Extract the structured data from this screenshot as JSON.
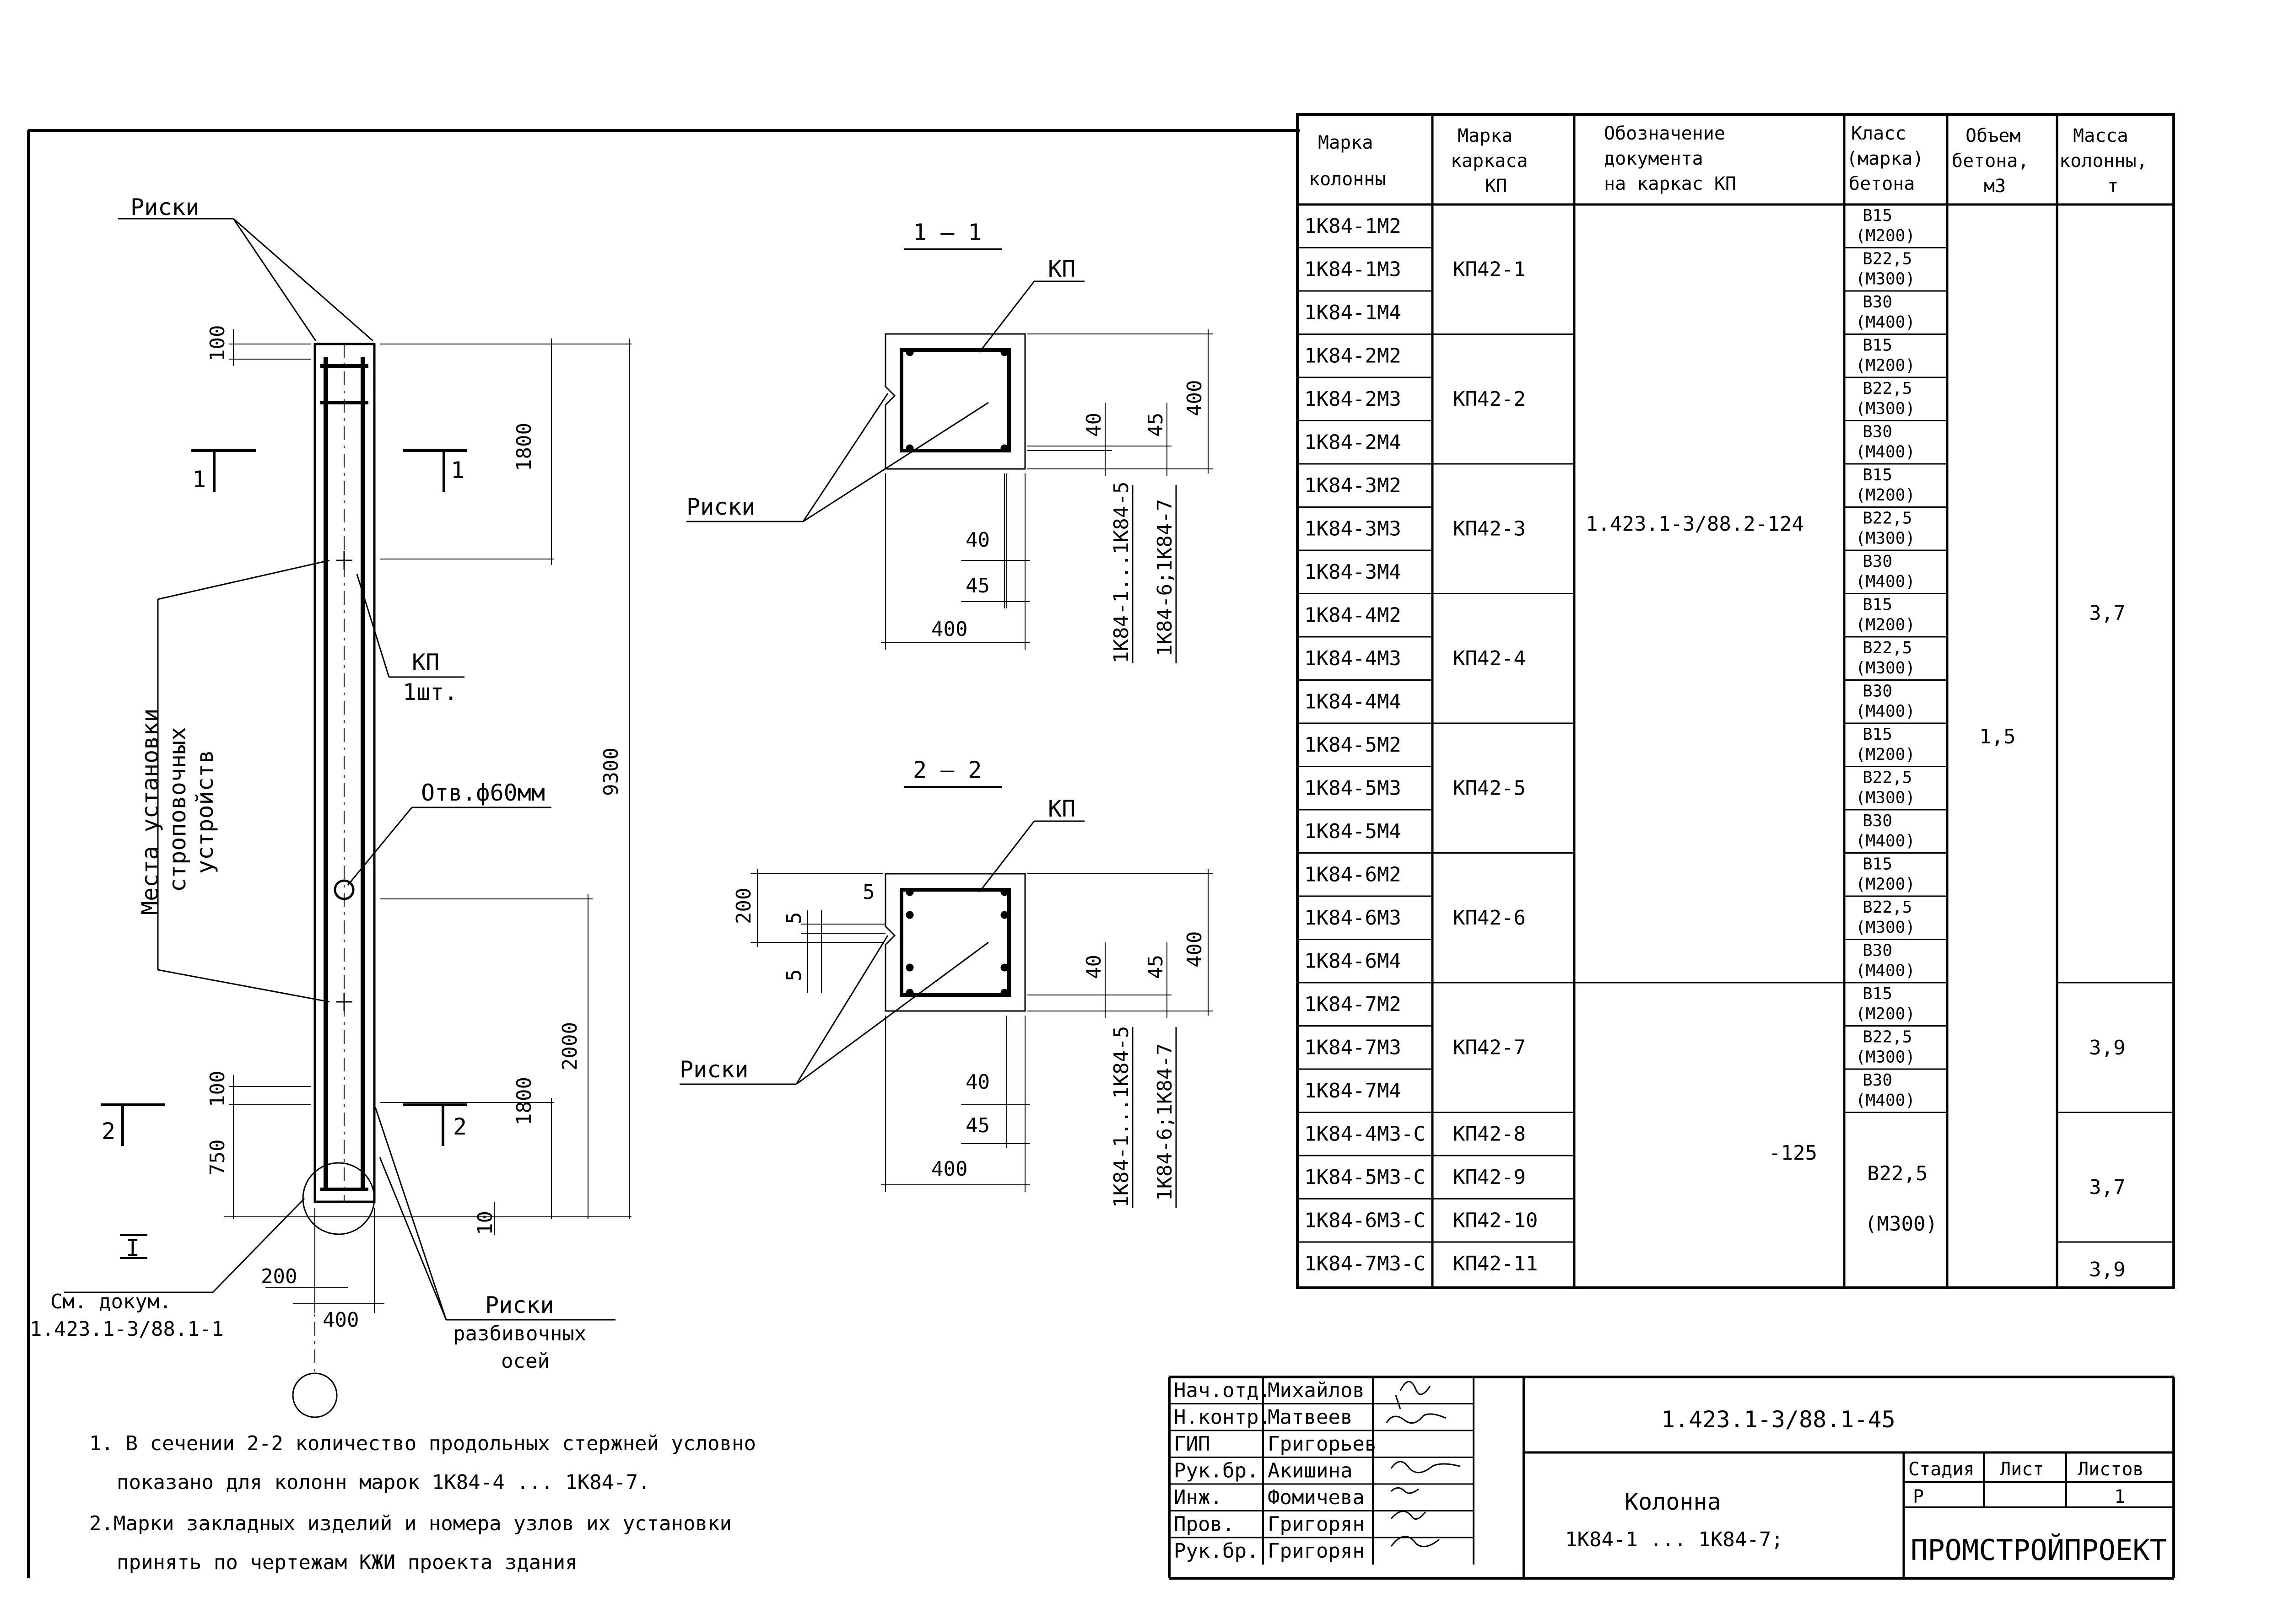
{
  "drawing": {
    "column_label": {
      "riski": "Риски",
      "kp": "КП",
      "kp_qty": "1шт.",
      "hole": "Отв.ф60мм",
      "lifting_line1": "Места установки",
      "lifting_line2": "строповочных",
      "lifting_line3": "устройств",
      "detail_mark": "I",
      "see_doc_line1": "См. докум.",
      "see_doc_line2": "1.423.1-3/88.1-1",
      "axis_marks_line1": "Риски",
      "axis_marks_line2": "разбивочных",
      "axis_marks_line3": "осей"
    },
    "column_dims": {
      "d100_top": "100",
      "d1800_top": "1800",
      "d9300": "9300",
      "d2000": "2000",
      "d1800_bot": "1800",
      "d100_bot": "100",
      "d750": "750",
      "d10": "10",
      "d200": "200",
      "d400": "400"
    },
    "section_marks": {
      "s1_left": "1",
      "s1_right": "1",
      "s2_left": "2",
      "s2_right": "2"
    },
    "section_1": {
      "title": "1 — 1",
      "kp": "КП",
      "riski": "Риски",
      "d40": "40",
      "d45": "45",
      "d400": "400",
      "d40v": "40",
      "d45v": "45",
      "d400v": "400",
      "note_a": "1К84-1...1К84-5",
      "note_b": "1К84-6;1К84-7"
    },
    "section_2": {
      "title": "2 — 2",
      "kp": "КП",
      "riski": "Риски",
      "d200": "200",
      "d5a": "5",
      "d5b": "5",
      "d5c": "5",
      "d40": "40",
      "d45": "45",
      "d400": "400",
      "d40v": "40",
      "d45v": "45",
      "d400v": "400",
      "note_a": "1К84-1...1К84-5",
      "note_b": "1К84-6;1К84-7"
    },
    "notes": {
      "n1_line1": "1. В сечении 2-2 количество продольных стержней условно",
      "n1_line2": "показано для колонн марок 1К84-4 ... 1К84-7.",
      "n2_line1": "2.Марки закладных изделий и номера узлов их установки",
      "n2_line2": "принять по чертежам КЖИ проекта здания"
    }
  },
  "table": {
    "headers": {
      "col1": [
        "Марка",
        "колонны"
      ],
      "col2": [
        "Марка",
        "каркаса",
        "КП"
      ],
      "col3": [
        "Обозначение",
        "документа",
        "на каркас КП"
      ],
      "col4": [
        "Класс",
        "(марка)",
        "бетона"
      ],
      "col5": [
        "Объем",
        "бетона,",
        "м3"
      ],
      "col6": [
        "Масса",
        "колонны,",
        "т"
      ]
    },
    "column_marks": [
      "1К84-1М2",
      "1К84-1М3",
      "1К84-1М4",
      "1К84-2М2",
      "1К84-2М3",
      "1К84-2М4",
      "1К84-3М2",
      "1К84-3М3",
      "1К84-3М4",
      "1К84-4М2",
      "1К84-4М3",
      "1К84-4М4",
      "1К84-5М2",
      "1К84-5М3",
      "1К84-5М4",
      "1К84-6М2",
      "1К84-6М3",
      "1К84-6М4",
      "1К84-7М2",
      "1К84-7М3",
      "1К84-7М4",
      "1К84-4М3-С",
      "1К84-5М3-С",
      "1К84-6М3-С",
      "1К84-7М3-С"
    ],
    "frames": [
      "КП42-1",
      "КП42-2",
      "КП42-3",
      "КП42-4",
      "КП42-5",
      "КП42-6",
      "КП42-7"
    ],
    "frames_c": [
      "КП42-8",
      "КП42-9",
      "КП42-10",
      "КП42-11"
    ],
    "document_main": "1.423.1-3/88.2-124",
    "document_c": "-125",
    "concrete": [
      [
        "В15",
        "(М200)"
      ],
      [
        "В22,5",
        "(М300)"
      ],
      [
        "В30",
        "(М400)"
      ]
    ],
    "concrete_c": [
      "В22,5",
      "(М300)"
    ],
    "volume": "1,5",
    "mass_37a": "3,7",
    "mass_39a": "3,9",
    "mass_37b": "3,7",
    "mass_39b": "3,9"
  },
  "title_block": {
    "roles": [
      "Нач.отд.",
      "Н.контр.",
      "ГИП",
      "Рук.бр.",
      "Инж.",
      "Пров.",
      "Рук.бр."
    ],
    "names": [
      "Михайлов",
      "Матвеев",
      "Григорьев",
      "Акишина",
      "Фомичева",
      "Григорян",
      "Григорян"
    ],
    "doc_code": "1.423.1-3/88.1-45",
    "title_line1": "Колонна",
    "title_line2": "1К84-1 ... 1К84-7;",
    "stage_label": "Стадия",
    "sheet_label": "Лист",
    "sheets_label": "Листов",
    "stage_value": "Р",
    "sheet_value": "",
    "sheets_value": "1",
    "organization": "ПРОМСТРОЙПРОЕКТ"
  }
}
